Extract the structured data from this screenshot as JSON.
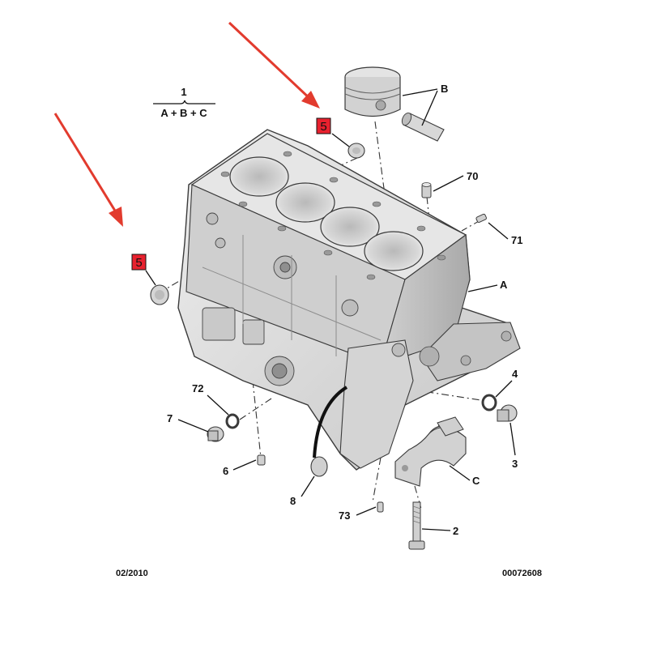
{
  "assembly": {
    "number": "1",
    "formula": "A + B + C"
  },
  "labels": {
    "A": "A",
    "B": "B",
    "C": "C",
    "n2": "2",
    "n3": "3",
    "n4": "4",
    "n5a": "5",
    "n5b": "5",
    "n6": "6",
    "n7": "7",
    "n8": "8",
    "n70": "70",
    "n71": "71",
    "n72": "72",
    "n73": "73"
  },
  "footer": {
    "date": "02/2010",
    "ref": "00072608"
  },
  "colors": {
    "highlight_box": "#e8212e",
    "arrow": "#e23b2e",
    "part_fill": "#dcdcdc",
    "part_shadow": "#b5b5b5",
    "outline": "#3a3a3a"
  },
  "icons": [
    "red-arrow-icon",
    "red-arrow-icon"
  ]
}
